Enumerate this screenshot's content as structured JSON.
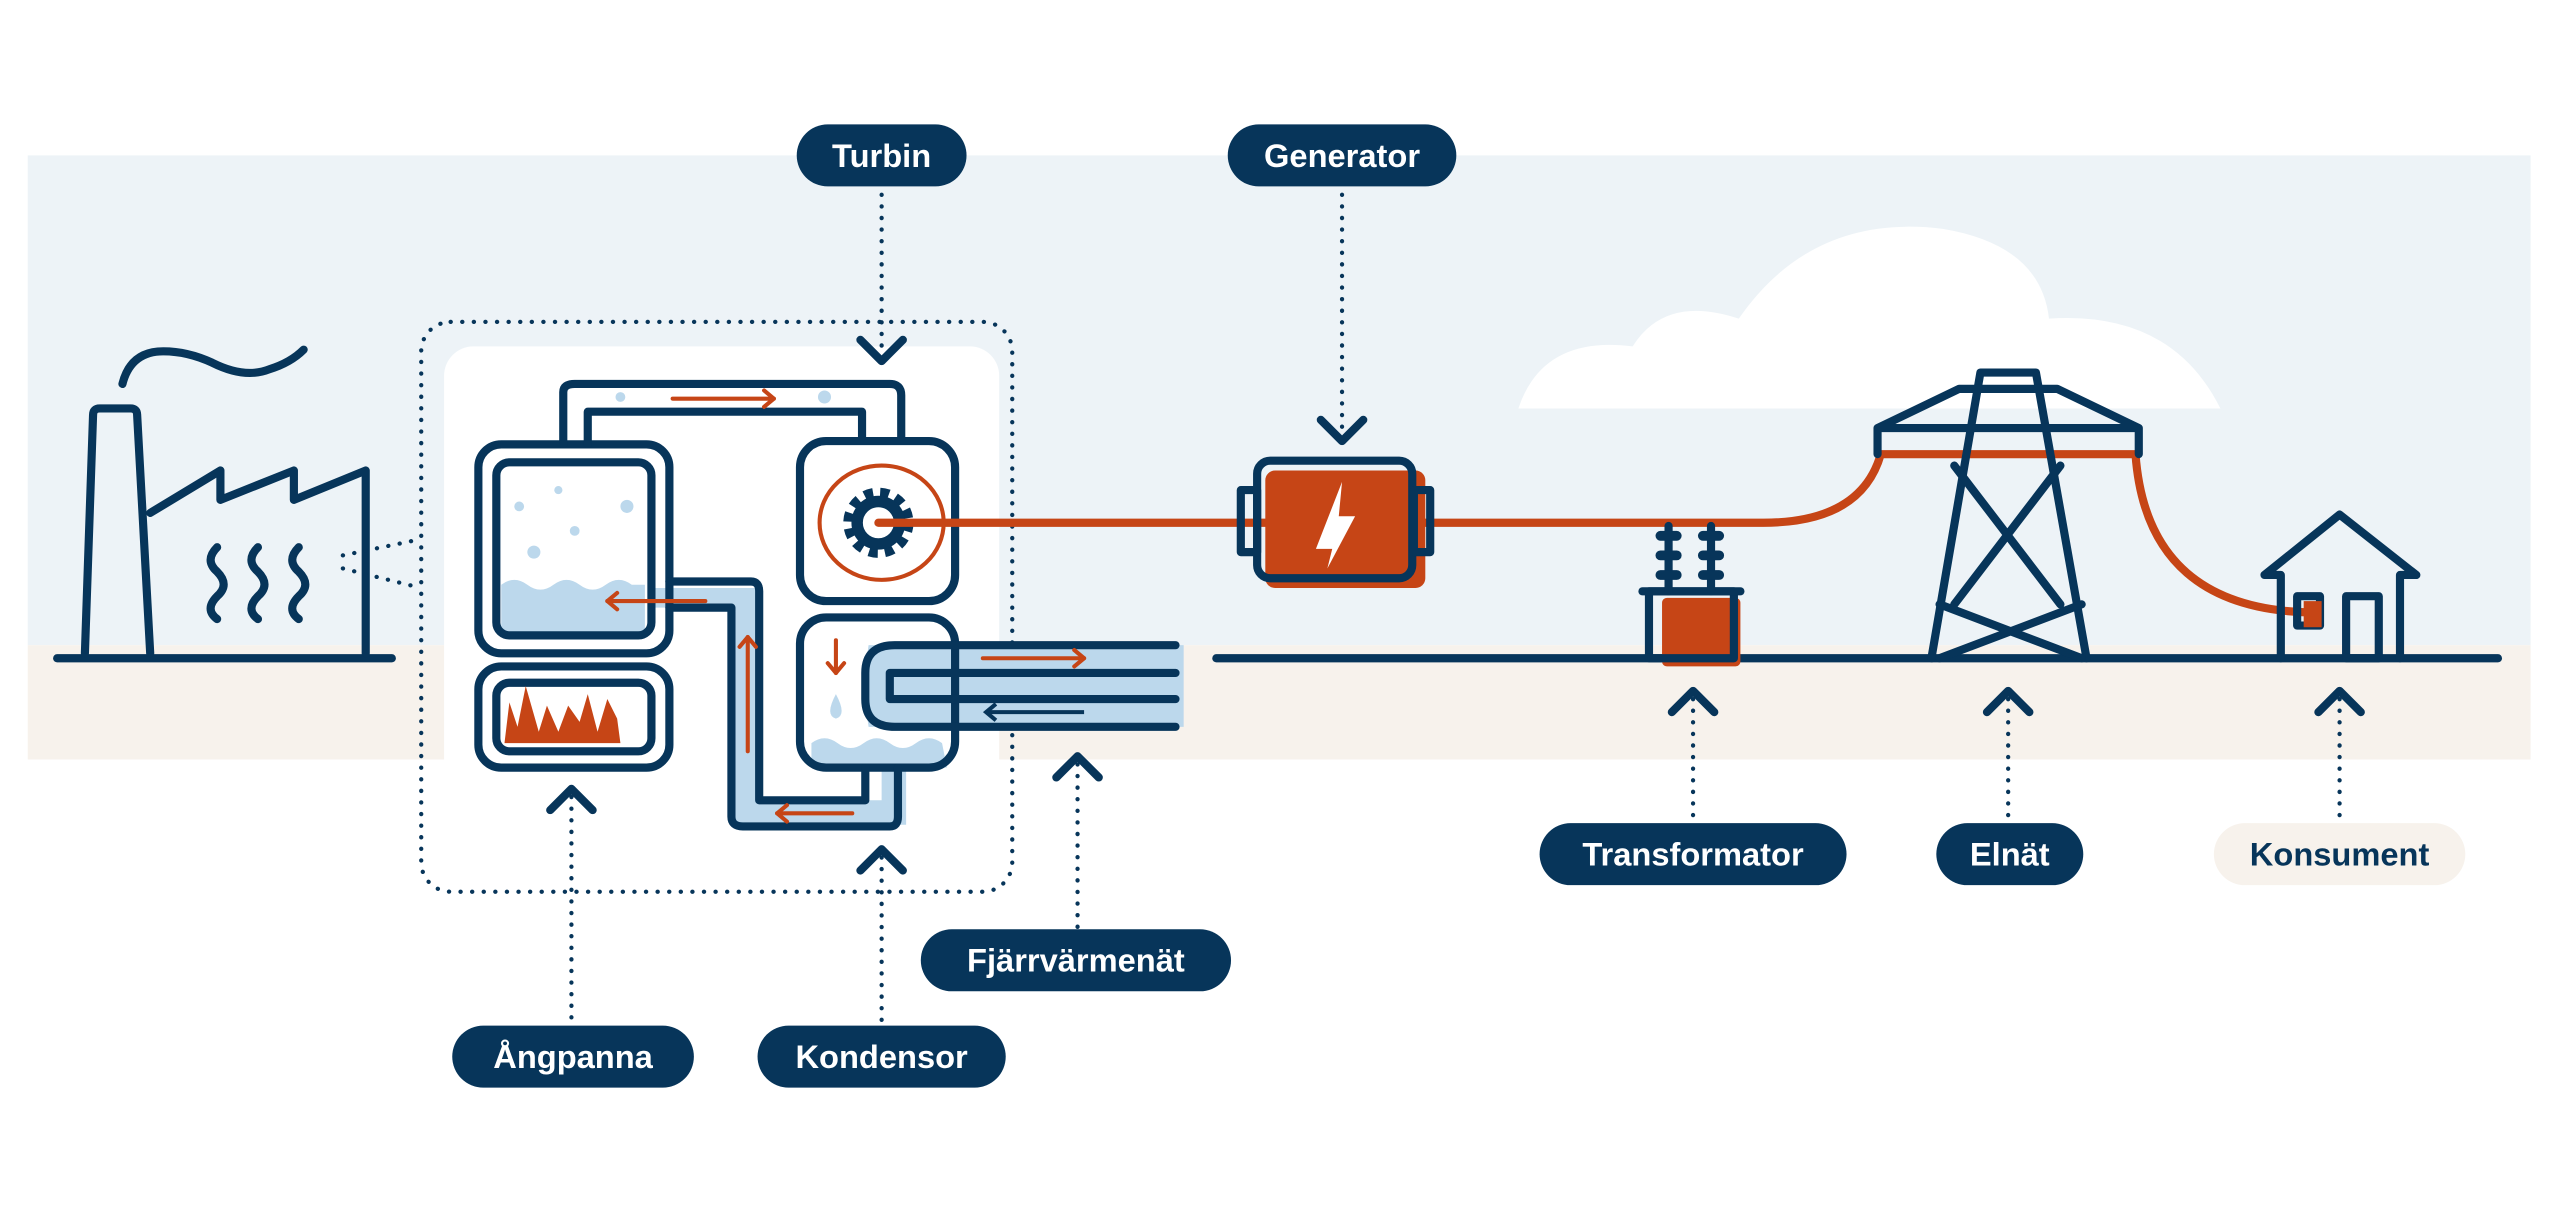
{
  "labels": {
    "turbine": "Turbin",
    "generator": "Generator",
    "boiler": "Ångpanna",
    "condenser": "Kondensor",
    "district_heating": "Fjärrvärmenät",
    "transformer": "Transformator",
    "grid": "Elnät",
    "consumer": "Konsument"
  },
  "colors": {
    "navy": "#07355a",
    "orange": "#c64516",
    "sky": "#edf3f7",
    "ground": "#f7f2ec",
    "water": "#bcd8ec"
  }
}
